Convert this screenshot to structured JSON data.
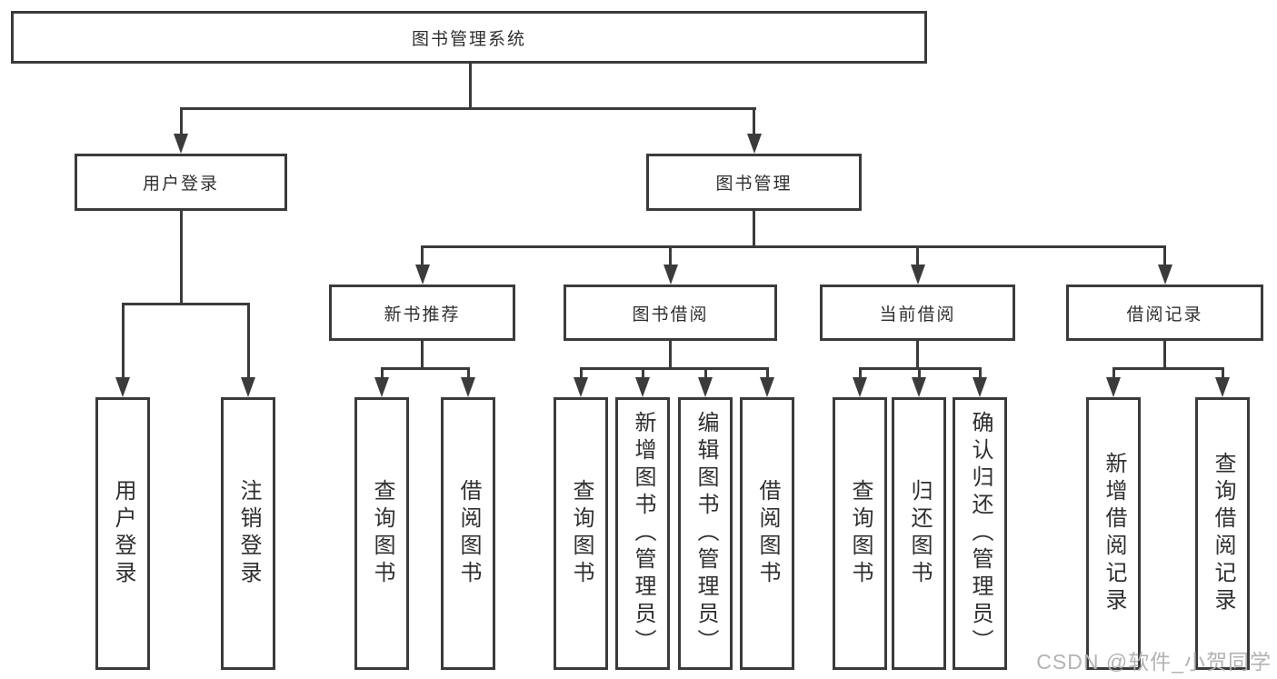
{
  "diagram": {
    "title": "图书管理系统",
    "root": {
      "label": "图书管理系统"
    },
    "level2": [
      {
        "label": "用户登录"
      },
      {
        "label": "图书管理"
      }
    ],
    "level3": [
      {
        "label": "新书推荐"
      },
      {
        "label": "图书借阅"
      },
      {
        "label": "当前借阅"
      },
      {
        "label": "借阅记录"
      }
    ],
    "leaves": {
      "user_login": [
        "用户登录",
        "注销登录"
      ],
      "new_book": [
        "查询图书",
        "借阅图书"
      ],
      "book_borrow": [
        "查询图书",
        "新增图书（管理员）",
        "编辑图书（管理员）",
        "借阅图书"
      ],
      "current_borrow": [
        "查询图书",
        "归还图书",
        "确认归还（管理员）"
      ],
      "borrow_records": [
        "新增借阅记录",
        "查询借阅记录"
      ]
    }
  },
  "watermark": "CSDN @软件_小贺同学",
  "colors": {
    "line": "#3b3b3b",
    "text": "#2f2f2f",
    "watermark": "#b3b3b3",
    "background": "#ffffff"
  }
}
